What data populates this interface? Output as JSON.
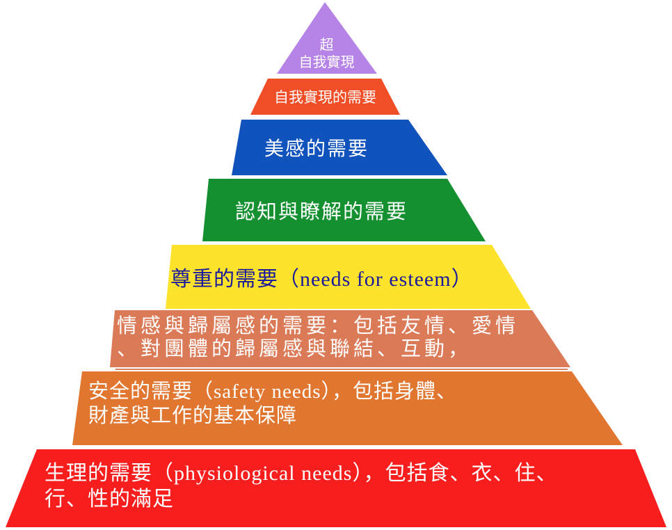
{
  "diagram": {
    "type": "pyramid",
    "subject": "hierarchy-of-needs",
    "background_color": "#ffffff",
    "divider_color": "#d5815f",
    "levels": [
      {
        "id": "transcendence",
        "lines": [
          "超",
          "自我實現"
        ],
        "color": "#b683e6",
        "text_color": "#ffffff"
      },
      {
        "id": "self-actualization",
        "lines": [
          "自我實現的需要"
        ],
        "color": "#f04e26",
        "text_color": "#ffffff"
      },
      {
        "id": "aesthetic",
        "lines": [
          "美感的需要"
        ],
        "color": "#1153bc",
        "text_color": "#ffffff"
      },
      {
        "id": "cognitive",
        "lines": [
          "認知與瞭解的需要"
        ],
        "color": "#149030",
        "text_color": "#ffffff"
      },
      {
        "id": "esteem",
        "lines": [
          "尊重的需要（needs for esteem）"
        ],
        "color": "#fde32c",
        "text_color": "#1a1a9c"
      },
      {
        "id": "love-belonging",
        "lines": [
          "情感與歸屬感的需要：包括友情、愛情",
          "、對團體的歸屬感與聯結、互動，"
        ],
        "color": "#db7a57",
        "text_color": "#ffffff"
      },
      {
        "id": "safety",
        "lines": [
          "安全的需要（safety needs），包括身體、",
          "財產與工作的基本保障"
        ],
        "color": "#e0762f",
        "text_color": "#ffffff"
      },
      {
        "id": "physiological",
        "lines": [
          "生理的需要（physiological needs），包括食、衣、住、",
          "行、性的滿足"
        ],
        "color": "#f81e1e",
        "text_color": "#ffffff"
      }
    ]
  }
}
